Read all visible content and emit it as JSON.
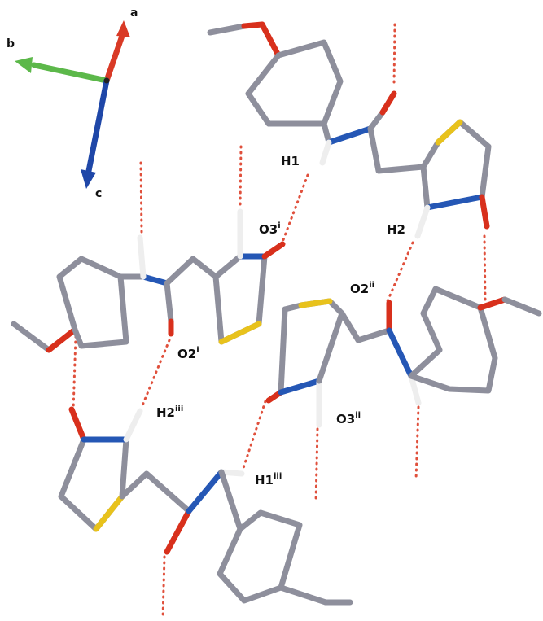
{
  "axes": {
    "a": "a",
    "b": "b",
    "c": "c",
    "colors": {
      "a": "#d93a26",
      "b": "#5cb84a",
      "c": "#1f47a8"
    }
  },
  "labels": {
    "H1": {
      "base": "H1",
      "sup": ""
    },
    "O3i": {
      "base": "O3",
      "sup": "i"
    },
    "H2": {
      "base": "H2",
      "sup": ""
    },
    "O2ii": {
      "base": "O2",
      "sup": "ii"
    },
    "O2i": {
      "base": "O2",
      "sup": "i"
    },
    "H2iii": {
      "base": "H2",
      "sup": "iii"
    },
    "O3ii": {
      "base": "O3",
      "sup": "ii"
    },
    "H1iii": {
      "base": "H1",
      "sup": "iii"
    }
  },
  "colors": {
    "carbon": "#8e8f9c",
    "nitrogen": "#2557b5",
    "oxygen": "#d8301c",
    "sulfur": "#e8c21c",
    "hydrogen": "#eeeeee",
    "hbond": "#e0503c"
  }
}
